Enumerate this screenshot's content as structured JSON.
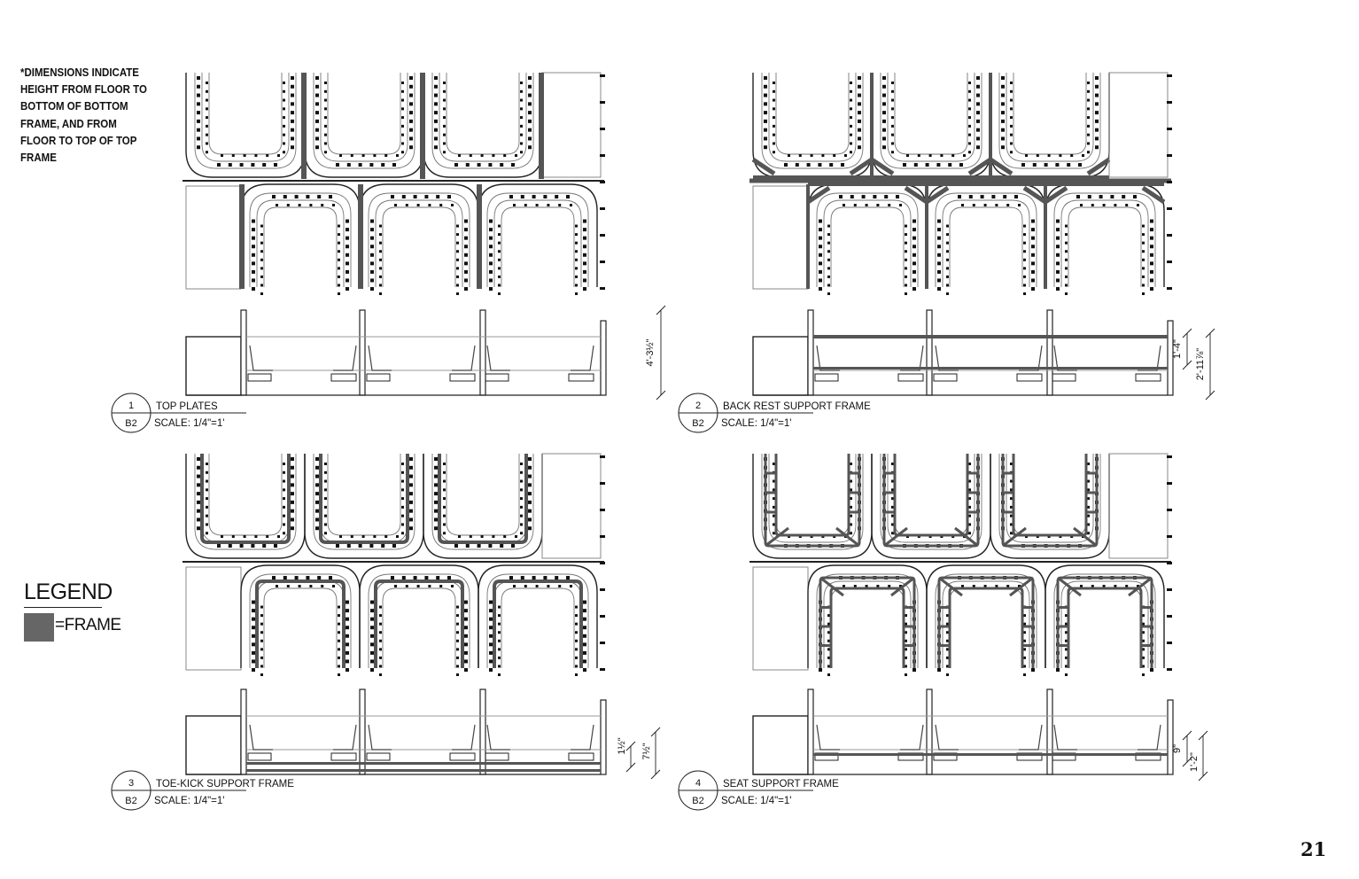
{
  "note": {
    "lines": [
      "*DIMENSIONS INDICATE",
      "HEIGHT FROM FLOOR TO",
      "BOTTOM OF BOTTOM",
      "FRAME, AND FROM",
      "FLOOR TO TOP OF TOP",
      "FRAME"
    ]
  },
  "legend": {
    "title": "LEGEND",
    "item": "=FRAME",
    "swatch_color": "#666666"
  },
  "page_number": "21",
  "details": [
    {
      "number": "1",
      "sheet": "B2",
      "title": "TOP PLATES",
      "scale": "SCALE: 1/4\"=1'",
      "dims": [
        "4'-3½\""
      ]
    },
    {
      "number": "2",
      "sheet": "B2",
      "title": "BACK REST SUPPORT FRAME",
      "scale": "SCALE: 1/4\"=1'",
      "dims": [
        "1'-4\"",
        "2'-11⅞\""
      ]
    },
    {
      "number": "3",
      "sheet": "B2",
      "title": "TOE-KICK SUPPORT FRAME",
      "scale": "SCALE: 1/4\"=1'",
      "dims": [
        "1½\"",
        "7½\""
      ]
    },
    {
      "number": "4",
      "sheet": "B2",
      "title": "SEAT SUPPORT FRAME",
      "scale": "SCALE: 1/4\"=1'",
      "dims": [
        "9\"",
        "1'-2\""
      ]
    }
  ]
}
